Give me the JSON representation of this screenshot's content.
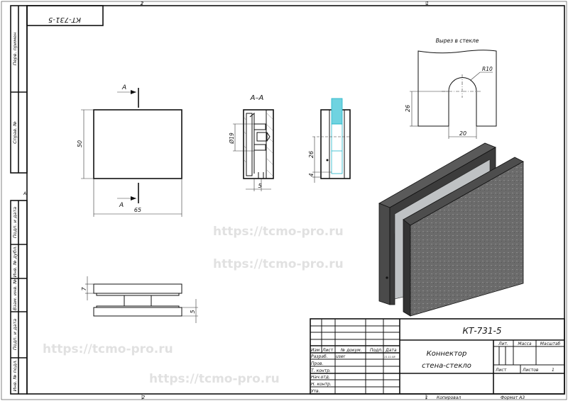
{
  "watermark": "https://tcmo-pro.ru",
  "zones": {
    "top_left": "2",
    "top_right": "1",
    "bottom_left": "2",
    "bottom_right": "1",
    "side": "A"
  },
  "stamp_top": "КТ-731-5",
  "side_strip": [
    "Перв. примен",
    "Справ. №",
    "Подп. и дата",
    "Инв. № дубл.",
    "Взам. инв. №",
    "Подп. и дата",
    "Инв. № подл."
  ],
  "front_view": {
    "width_dim": "65",
    "height_dim": "50",
    "cut_label": "A"
  },
  "section": {
    "title": "А–А",
    "diameter_dim": "Ø19",
    "gap_dim": "5"
  },
  "side_view": {
    "dim_26": "26",
    "dim_4": "4"
  },
  "cutout": {
    "title": "Вырез в стекле",
    "radius": "R10",
    "height_dim": "26",
    "width_dim": "20"
  },
  "bottom_view": {
    "top_dim": "7",
    "bottom_dim": "5"
  },
  "colors": {
    "glass": "#6fd3e0",
    "stone": "#6b6b6b",
    "frame": "#3c3c3c"
  },
  "title_block": {
    "designation": "КТ-731-5",
    "name_line1": "Коннектор",
    "name_line2": "стена-стекло",
    "headers": [
      "Изм",
      "Лист",
      "№ докум.",
      "Подп.",
      "Дата"
    ],
    "roles": [
      "Разраб.",
      "Пров.",
      "Т. контр.",
      "Нач.отд.",
      "Н. контр.",
      "Утв."
    ],
    "developer": "user",
    "date": "11.11.08",
    "lit": "Лит.",
    "mass": "Масса",
    "scale": "Масштаб",
    "sheet": "Лист",
    "sheets": "Листов",
    "sheets_count": "1",
    "copied_num": "1",
    "copied": "Копировал",
    "format": "Формат А3"
  }
}
